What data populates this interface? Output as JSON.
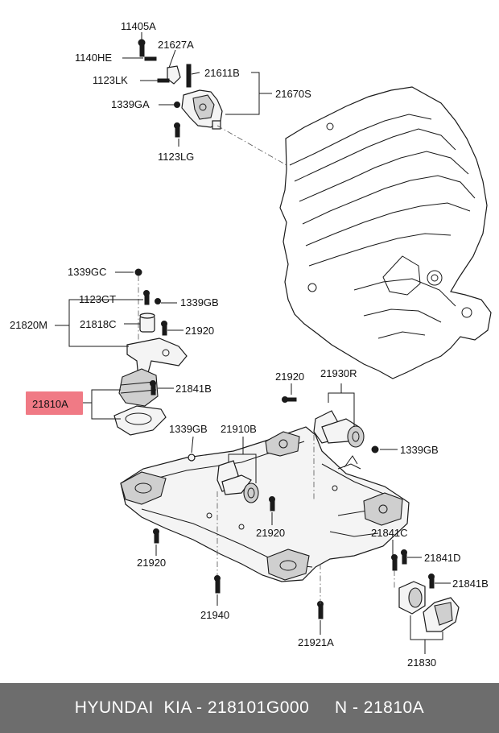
{
  "labels": {
    "l11405A": "11405A",
    "l1140HE": "1140HE",
    "l21627A": "21627A",
    "l21611B": "21611B",
    "l1123LK": "1123LK",
    "l21670S": "21670S",
    "l1339GA": "1339GA",
    "l1123LG": "1123LG",
    "l1339GC": "1339GC",
    "l1123GT": "1123GT",
    "l1339GB_top": "1339GB",
    "l21820M": "21820M",
    "l21818C": "21818C",
    "l21920_a": "21920",
    "l21810A": "21810A",
    "l21841B_a": "21841B",
    "l21920_b": "21920",
    "l21930R": "21930R",
    "l1339GB_right": "1339GB",
    "l1339GB_left": "1339GB",
    "l21910B": "21910B",
    "l21920_c": "21920",
    "l21920_d": "21920",
    "l21841C": "21841C",
    "l21841D": "21841D",
    "l21841B_b": "21841B",
    "l21940": "21940",
    "l21921A": "21921A",
    "l21830": "21830"
  },
  "highlight": {
    "label": "21810A",
    "color": "#f07a85"
  },
  "footer": {
    "text": "HYUNDAI  KIA - 218101G000     N - 21810A",
    "background": "#6d6d6d"
  }
}
